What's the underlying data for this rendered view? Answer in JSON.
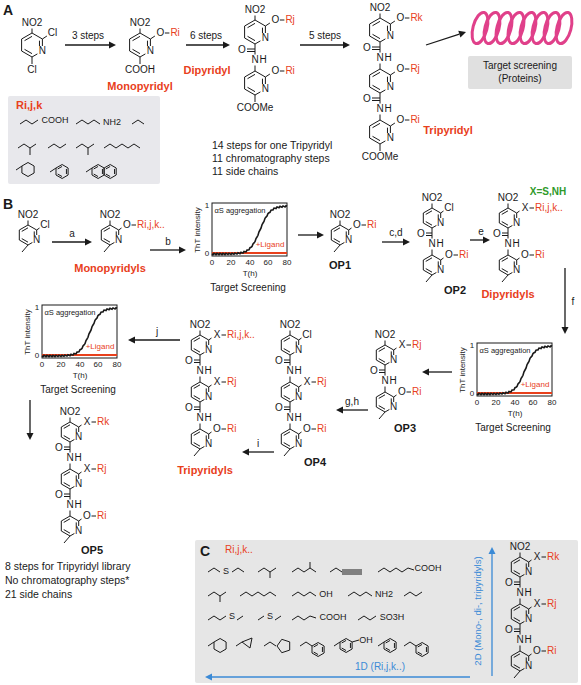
{
  "diagram": {
    "nodes": [
      {
        "text": [
          "Ri,j,k"
        ]
      },
      {
        "text": [
          "Target screening (Proteins)"
        ]
      },
      {
        "text": [
          "1",
          "0",
          "0",
          "20",
          "40",
          "60",
          "80",
          "ThT intensity",
          "T(h)",
          "αS aggregation",
          "+Ligand",
          "Target Screening"
        ]
      },
      {
        "text": [
          "1",
          "0",
          "0",
          "20",
          "40",
          "60",
          "80",
          "ThT intensity",
          "T(h)",
          "αS aggregation",
          "+Ligand",
          "Target Screening"
        ]
      },
      {
        "text": [
          "1",
          "0",
          "0",
          "20",
          "40",
          "60",
          "80",
          "ThT intensity",
          "T(h)",
          "αS aggregation",
          "+Ligand",
          "Target Screening"
        ]
      },
      {
        "text": [
          "C",
          "Ri,j,k..",
          "2D (Mono-, di-, tripyridyls)",
          "1D (Ri,j,k..)"
        ]
      }
    ],
    "labels": [
      "A",
      "NO2",
      "Cl",
      "N",
      "Cl",
      "3 steps",
      "NO2",
      "O",
      "Ri",
      "N",
      "COOH",
      "Monopyridyl",
      "6 steps",
      "NO2",
      "O",
      "Rj",
      "N",
      "O",
      "N",
      "H",
      "O",
      "Ri",
      "N",
      "COOMe",
      "Dipyridyl",
      "5 steps",
      "NO2",
      "O",
      "Rk",
      "N",
      "O",
      "N",
      "H",
      "O",
      "Rj",
      "N",
      "O",
      "N",
      "H",
      "O",
      "Ri",
      "N",
      "COOMe",
      "Tripyridyl",
      "14 steps for one Tripyridyl",
      "11 chromatography steps",
      "11 side chains",
      "COOH",
      "NH2",
      "B",
      "NO2",
      "Cl",
      "N",
      "a",
      "NO2",
      "O",
      "Ri,j,k..",
      "N",
      "Monopyridyls",
      "b",
      "NO2",
      "O",
      "Ri",
      "N",
      "OP1",
      "c,d",
      "NO2",
      "Cl",
      "N",
      "O",
      "N",
      "H",
      "O",
      "Ri",
      "N",
      "OP2",
      "e",
      "NO2",
      "X",
      "Ri,j,k..",
      "N",
      "O",
      "N",
      "H",
      "O",
      "Ri",
      "N",
      "X=S,NH",
      "Dipyridyls",
      "f",
      "NO2",
      "X",
      "Rj",
      "N",
      "O",
      "N",
      "H",
      "O",
      "Ri",
      "N",
      "OP3",
      "g,h",
      "NO2",
      "Cl",
      "N",
      "O",
      "N",
      "H",
      "X",
      "Rj",
      "N",
      "O",
      "N",
      "H",
      "O",
      "Ri",
      "N",
      "OP4",
      "i",
      "NO2",
      "X",
      "Ri,j,k..",
      "N",
      "O",
      "N",
      "H",
      "X",
      "Rj",
      "N",
      "O",
      "N",
      "H",
      "O",
      "Ri",
      "N",
      "Tripyridyls",
      "j",
      "NO2",
      "X",
      "Rk",
      "N",
      "O",
      "N",
      "H",
      "X",
      "Rj",
      "N",
      "O",
      "N",
      "H",
      "O",
      "Ri",
      "N",
      "OP5",
      "8 steps for Tripyridyl library",
      "No chromatography steps*",
      "21 side chains",
      "NO2",
      "X",
      "Rk",
      "N",
      "O",
      "N",
      "H",
      "X",
      "Rj",
      "N",
      "O",
      "N",
      "H",
      "O",
      "Ri",
      "N",
      "S",
      "COOH",
      "OH",
      "NH2",
      "S",
      "S",
      "COOH",
      "SO3H",
      "OH"
    ]
  }
}
